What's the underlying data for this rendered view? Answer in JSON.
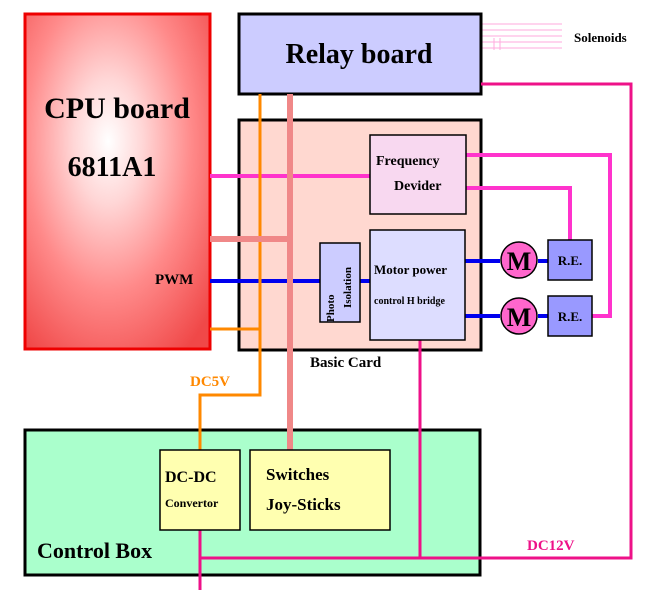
{
  "blocks": {
    "cpu_board": {
      "title": "CPU board",
      "chip": "6811A1"
    },
    "relay_board": {
      "title": "Relay board"
    },
    "basic_card": {
      "label": "Basic Card"
    },
    "frequency_divider": {
      "line1": "Frequency",
      "line2": "Devider"
    },
    "photo_isolation": {
      "line1": "Photo",
      "line2": "Isolation"
    },
    "motor_power": {
      "line1": "Motor power",
      "line2": "control H bridge"
    },
    "motor_1": {
      "label": "M"
    },
    "motor_2": {
      "label": "M"
    },
    "rotary_encoder_1": {
      "label": "R.E."
    },
    "rotary_encoder_2": {
      "label": "R.E."
    },
    "control_box": {
      "title": "Control Box"
    },
    "dc_dc_convertor": {
      "line1": "DC-DC",
      "line2": "Convertor"
    },
    "switches": {
      "line1": "Switches",
      "line2": "Joy-Sticks"
    }
  },
  "labels": {
    "solenoids": "Solenoids",
    "pwm": "PWM",
    "dc5v": "DC5V",
    "dc12v": "DC12V"
  },
  "colors": {
    "magenta_signal": "#ff33cc",
    "pwm_signal": "#0000ee",
    "dc5v_wire": "#ff8800",
    "relay_wire": "#f08888",
    "dc12v_wire": "#ee1188",
    "cpu_border": "#ee0000",
    "relay_fill": "#ccccff",
    "basic_fill": "#ffd8d0",
    "freq_fill": "#f8d8f0",
    "motor_fill": "#ddddff",
    "photo_fill": "#ccccff",
    "re_fill": "#9999ff",
    "motor_circle": "#ff66cc",
    "control_fill": "#aaffcc",
    "yellow_fill": "#ffffb0"
  }
}
